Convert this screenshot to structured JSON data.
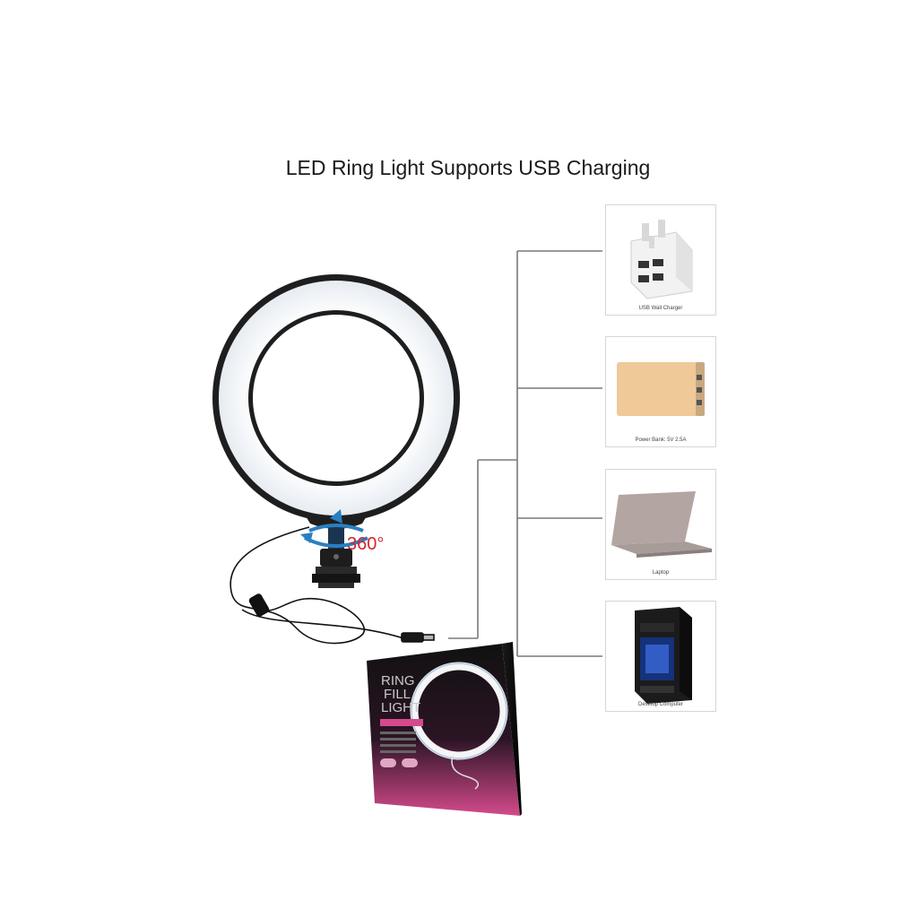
{
  "title": "LED Ring Light Supports USB Charging",
  "rotation_label": "360°",
  "devices": [
    {
      "caption": "USB Wall Charger",
      "icon": "usb-wall-charger-icon"
    },
    {
      "caption": "Power Bank: 5V 2.5A",
      "icon": "power-bank-icon"
    },
    {
      "caption": "Laptop",
      "icon": "laptop-icon"
    },
    {
      "caption": "Desktop Computer",
      "icon": "desktop-computer-icon"
    }
  ],
  "package": {
    "line1": "RING",
    "line2": "FILL",
    "line3": "LIGHT"
  },
  "colors": {
    "ring_frame": "#1e1e1e",
    "ring_light": "#f3f6fa",
    "rotation_arrow": "#2a7fc0",
    "rotation_text": "#d2262d",
    "connector_lines": "#7a7a7a",
    "box_dark": "#111111",
    "box_pink": "#d54a8c"
  }
}
